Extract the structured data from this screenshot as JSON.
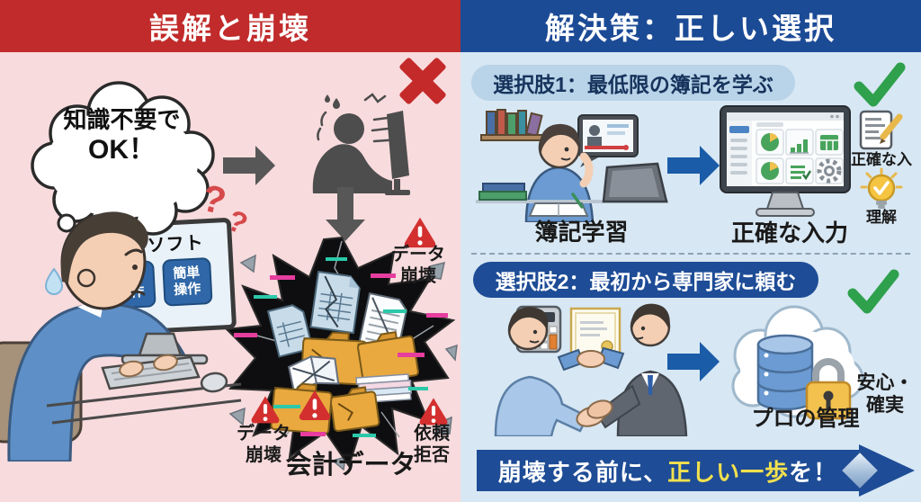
{
  "left": {
    "header": "誤解と崩壊",
    "thought": {
      "line1": "知識不要で",
      "line2": "OK！"
    },
    "q1": "?",
    "q2": "?",
    "monitor": {
      "title": "会計ソフト",
      "button1": "簡単操作",
      "button2": "簡単操作"
    },
    "warning_top": {
      "line1": "データ",
      "line2": "崩壊"
    },
    "warning_bottom_left": {
      "line1": "データ",
      "line2": "崩壊"
    },
    "warning_bottom_right": {
      "line1": "依頼",
      "line2": "拒否"
    },
    "caption": "会計データ"
  },
  "right": {
    "header": "解決策：正しい選択",
    "option1": {
      "pill": "選択肢1：最低限の簿記を学ぶ",
      "study_label": "簿記学習",
      "monitor_label": "正確な入力",
      "note_label": "正確な入",
      "bulb_label": "理解"
    },
    "option2": {
      "pill": "選択肢2：最初から専門家に頼む",
      "cloud_label": "プロの管理",
      "side": {
        "line1": "安心・",
        "line2": "確実"
      }
    },
    "banner": {
      "pre": "崩壊する前に、",
      "highlight": "正しい一歩",
      "post": "を！"
    }
  },
  "colors": {
    "left_header_bg": "#C12B2B",
    "left_bg": "#F8DBDD",
    "right_header_bg": "#1C4B96",
    "right_bg": "#D7E7F3",
    "pill1_bg": "#B9D3E8",
    "accent_arrow_blue": "#1A5CA8",
    "check_green": "#2FA04C",
    "warning_red": "#D32F2F",
    "banner_highlight_text": "#F2E04E",
    "glitch_pink": "#E63D9E",
    "glitch_cyan": "#2BC9A9"
  }
}
